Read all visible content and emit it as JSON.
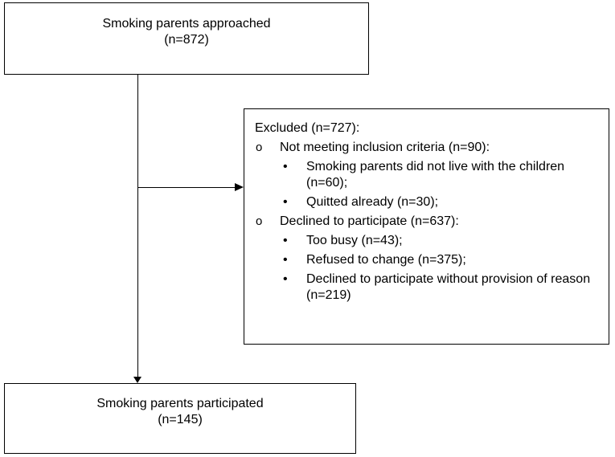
{
  "approached": {
    "title": "Smoking parents approached",
    "count": "(n=872)"
  },
  "excluded": {
    "title": "Excluded (n=727):",
    "groups": [
      {
        "label": "Not meeting inclusion criteria (n=90):",
        "items": [
          "Smoking parents did not live with the children (n=60);",
          "Quitted already (n=30);"
        ]
      },
      {
        "label": "Declined to participate (n=637):",
        "items": [
          "Too busy (n=43);",
          "Refused to change (n=375);",
          "Declined to participate without provision of reason (n=219)"
        ]
      }
    ]
  },
  "participated": {
    "title": "Smoking parents participated",
    "count": "(n=145)"
  }
}
